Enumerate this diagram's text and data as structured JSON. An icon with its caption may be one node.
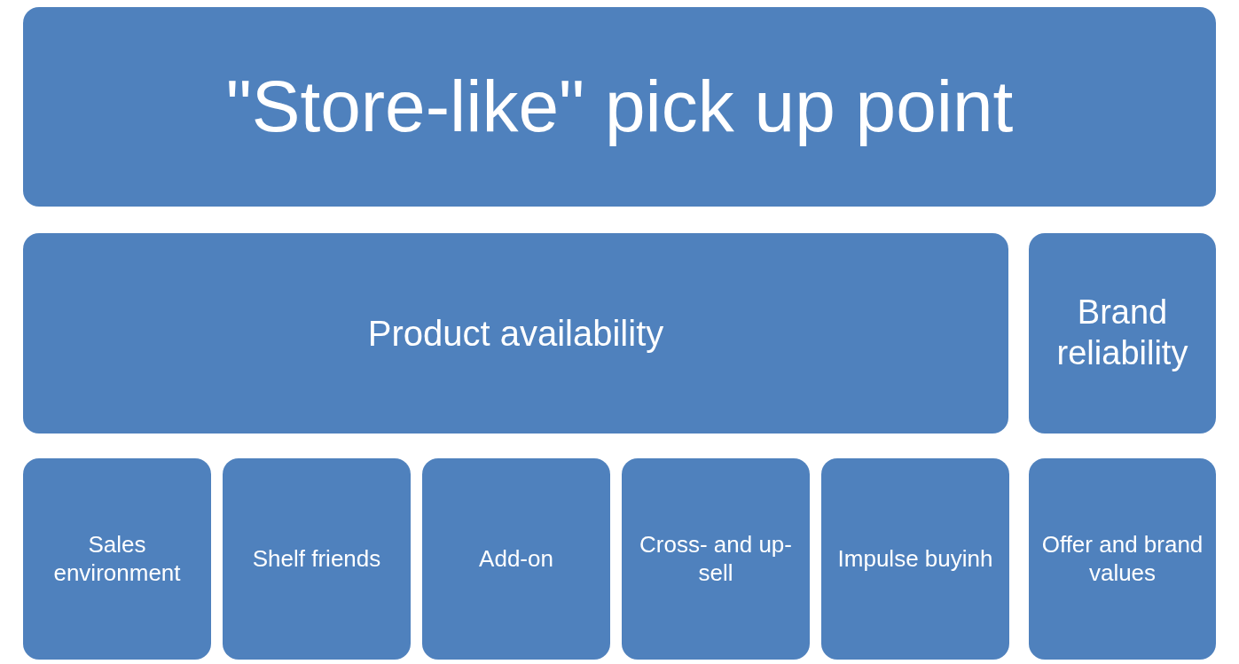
{
  "diagram": {
    "nodes": [
      {
        "text": [
          "\"Store-like\" pick up point"
        ]
      },
      {
        "text": [
          "Product availability"
        ]
      },
      {
        "text": [
          "Brand reliability"
        ]
      },
      {
        "text": [
          "Sales environment"
        ]
      },
      {
        "text": [
          "Shelf friends"
        ]
      },
      {
        "text": [
          "Add-on"
        ]
      },
      {
        "text": [
          "Cross- and up-sell"
        ]
      },
      {
        "text": [
          "Impulse buyinh"
        ]
      },
      {
        "text": [
          "Offer and brand values"
        ]
      }
    ]
  }
}
